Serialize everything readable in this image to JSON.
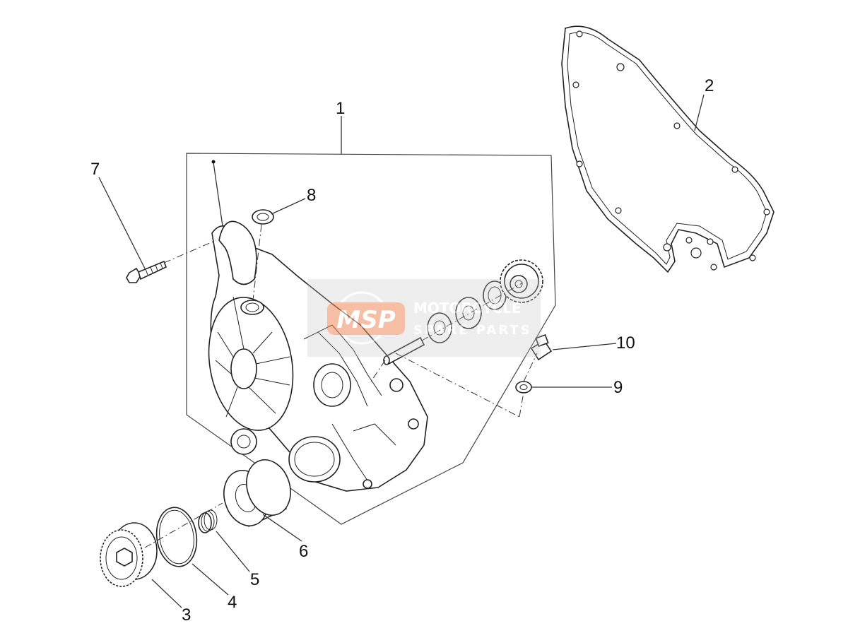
{
  "callouts": [
    {
      "id": "callout-1",
      "label": "1"
    },
    {
      "id": "callout-2",
      "label": "2"
    },
    {
      "id": "callout-3",
      "label": "3"
    },
    {
      "id": "callout-4",
      "label": "4"
    },
    {
      "id": "callout-5",
      "label": "5"
    },
    {
      "id": "callout-6",
      "label": "6"
    },
    {
      "id": "callout-7",
      "label": "7"
    },
    {
      "id": "callout-8",
      "label": "8"
    },
    {
      "id": "callout-9",
      "label": "9"
    },
    {
      "id": "callout-10",
      "label": "10"
    }
  ],
  "watermark": {
    "logo_text": "MSP",
    "line1": "MOTORCYCLE",
    "line2": "SPARE PARTS"
  },
  "colors": {
    "watermark_orange": "#f08a5d",
    "watermark_gray": "#9a9a9a",
    "line": "#222222"
  }
}
